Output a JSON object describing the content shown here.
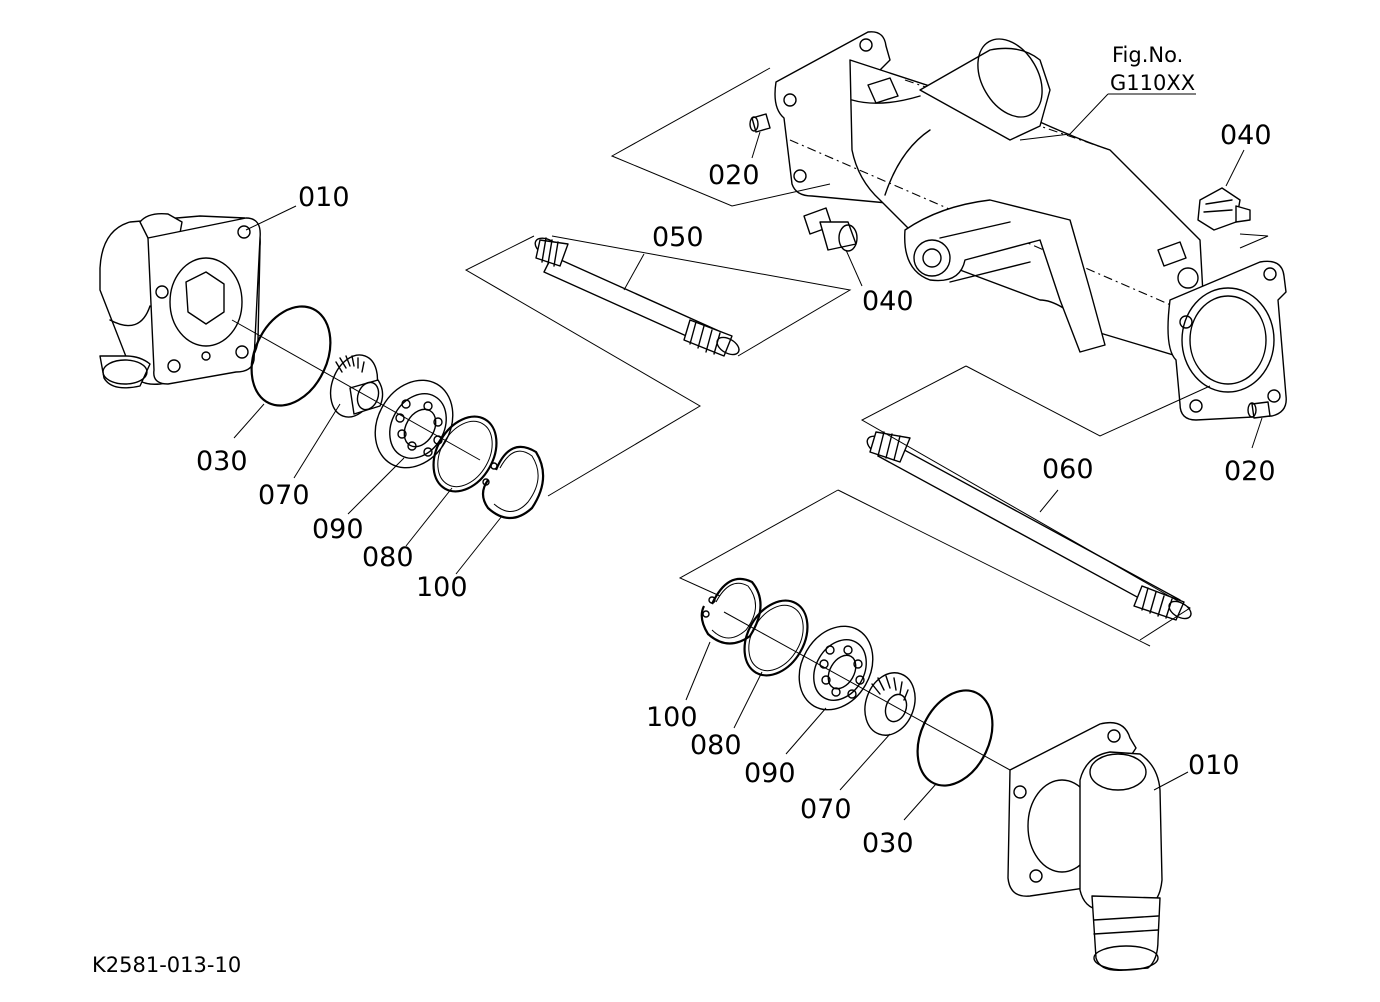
{
  "figure": {
    "fig_no_label": "Fig.No.",
    "fig_no_value": "G110XX",
    "reference_code": "K2581-013-10"
  },
  "callouts": {
    "c010_left": "010",
    "c030_left": "030",
    "c070_left": "070",
    "c090_left": "090",
    "c080_left": "080",
    "c100_left": "100",
    "c050": "050",
    "c020_top": "020",
    "c040_mid": "040",
    "c040_right": "040",
    "c020_right": "020",
    "c060": "060",
    "c100_right": "100",
    "c080_right": "080",
    "c090_right": "090",
    "c070_right": "070",
    "c030_right": "030",
    "c010_right": "010"
  }
}
